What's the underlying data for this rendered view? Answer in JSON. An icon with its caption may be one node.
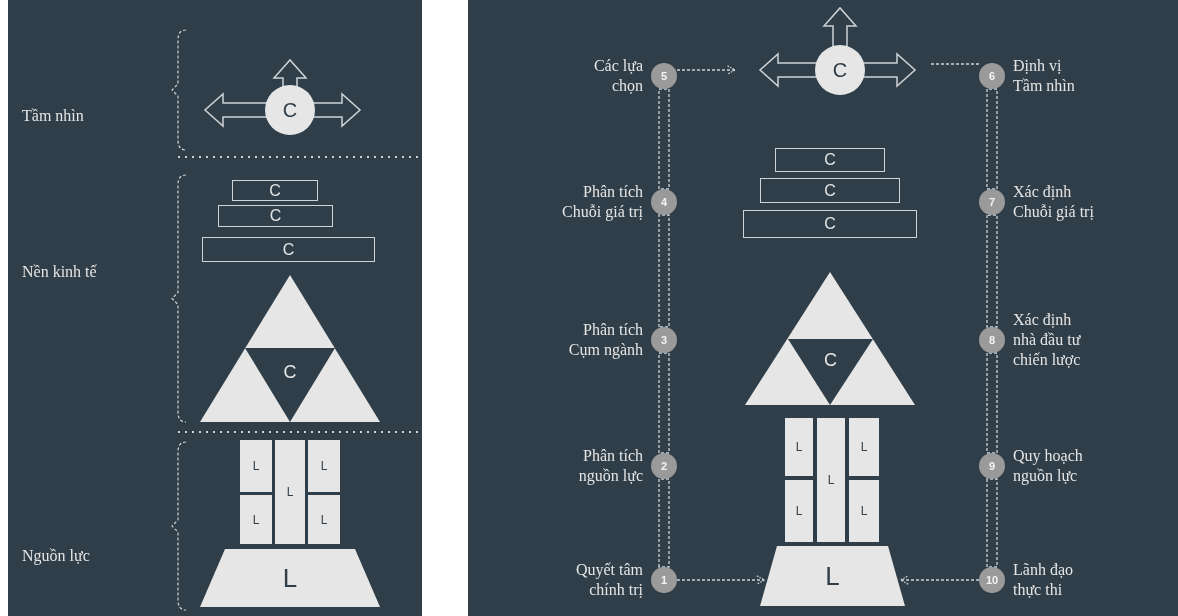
{
  "diagram": {
    "nodes": [
      {
        "text": [
          "C"
        ]
      },
      {
        "text": [
          "C"
        ]
      },
      {
        "text": [
          "C"
        ]
      },
      {
        "text": [
          "C"
        ]
      },
      {
        "text": [
          "C"
        ]
      },
      {
        "text": [
          "L"
        ]
      },
      {
        "text": [
          "L"
        ]
      },
      {
        "text": [
          "L"
        ]
      },
      {
        "text": [
          "L"
        ]
      },
      {
        "text": [
          "L"
        ]
      },
      {
        "text": [
          "L"
        ]
      },
      {
        "text": [
          "C"
        ]
      },
      {
        "text": [
          "C"
        ]
      },
      {
        "text": [
          "C"
        ]
      },
      {
        "text": [
          "C"
        ]
      },
      {
        "text": [
          "C"
        ]
      },
      {
        "text": [
          "L"
        ]
      },
      {
        "text": [
          "L"
        ]
      },
      {
        "text": [
          "L"
        ]
      },
      {
        "text": [
          "L"
        ]
      },
      {
        "text": [
          "L"
        ]
      },
      {
        "text": [
          "L"
        ]
      },
      {
        "text": [
          "5"
        ],
        "beside": [
          "Các lựa chọn"
        ]
      },
      {
        "text": [
          "6"
        ],
        "beside": [
          "Định vị Tầm nhìn"
        ]
      },
      {
        "text": [
          "4"
        ],
        "beside": [
          "Phân tích Chuỗi giá trị"
        ]
      },
      {
        "text": [
          "7"
        ],
        "beside": [
          "Xác định Chuỗi giá trị"
        ]
      },
      {
        "text": [
          "3"
        ],
        "beside": [
          "Phân tích Cụm ngành"
        ]
      },
      {
        "text": [
          "8"
        ],
        "beside": [
          "Xác định nhà đầu tư chiến lược"
        ]
      },
      {
        "text": [
          "2"
        ],
        "beside": [
          "Phân tích nguồn lực"
        ]
      },
      {
        "text": [
          "9"
        ],
        "beside": [
          "Quy hoạch nguồn lực"
        ]
      },
      {
        "text": [
          "1"
        ],
        "beside": [
          "Quyết tâm chính trị"
        ]
      },
      {
        "text": [
          "10"
        ],
        "beside": [
          "Lãnh đạo thực thi"
        ]
      }
    ],
    "edges": [
      {
        "from": 30,
        "to": 28,
        "arrow": "none",
        "style": "dashed"
      },
      {
        "from": 28,
        "to": 26,
        "arrow": "none",
        "style": "dashed"
      },
      {
        "from": 26,
        "to": 24,
        "arrow": "none",
        "style": "dashed"
      },
      {
        "from": 24,
        "to": 22,
        "arrow": "none",
        "style": "dashed"
      },
      {
        "from": 23,
        "to": 25,
        "arrow": "none",
        "style": "dashed"
      },
      {
        "from": 25,
        "to": 27,
        "arrow": "none",
        "style": "dashed"
      },
      {
        "from": 27,
        "to": 29,
        "arrow": "none",
        "style": "dashed"
      },
      {
        "from": 29,
        "to": 31,
        "arrow": "none",
        "style": "dashed"
      },
      {
        "from": 22,
        "to": null,
        "arrow": "to",
        "style": "dashed"
      },
      {
        "from": 23,
        "to": null,
        "arrow": "none",
        "style": "dashed"
      },
      {
        "from": 30,
        "to": 21,
        "arrow": "to",
        "style": "dashed"
      },
      {
        "from": 31,
        "to": 21,
        "arrow": "to",
        "style": "dashed"
      }
    ],
    "labels": [
      "Tầm nhìn",
      "Nền kinh tế",
      "Nguồn lực"
    ]
  }
}
